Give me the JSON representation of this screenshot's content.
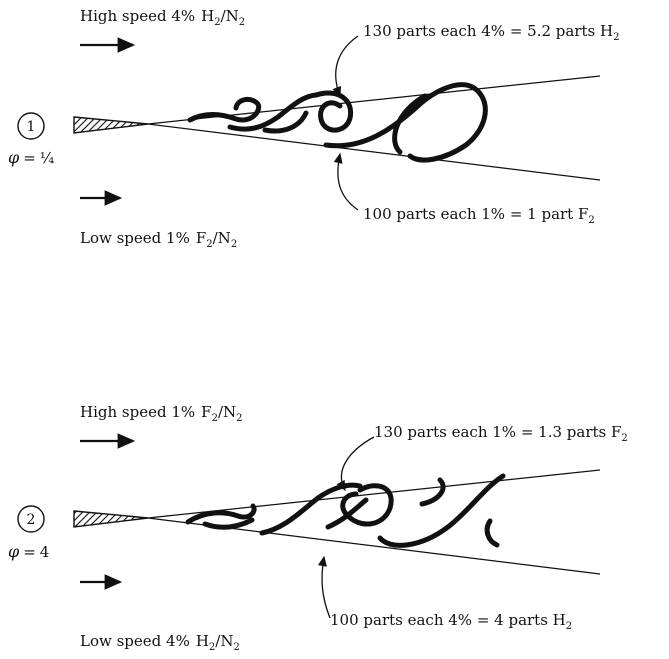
{
  "panels": [
    {
      "case_number": "1",
      "phi_symbol": "φ",
      "phi_eq": "=",
      "phi_value": "¼",
      "high_stream": {
        "prefix": "High speed ",
        "pct": "4%",
        "gas_a": "H",
        "gas_a_sub": "2",
        "slash": "/N",
        "gas_b_sub": "2"
      },
      "low_stream": {
        "prefix": "Low speed ",
        "pct": "1%",
        "gas_a": "F",
        "gas_a_sub": "2",
        "slash": "/N",
        "gas_b_sub": "2"
      },
      "upper_annotation": {
        "text": "130 parts each 4% = 5.2 parts H",
        "sub": "2"
      },
      "lower_annotation": {
        "text": "100 parts each 1% = 1 part F",
        "sub": "2"
      }
    },
    {
      "case_number": "2",
      "phi_symbol": "φ",
      "phi_eq": "=",
      "phi_value": "4",
      "high_stream": {
        "prefix": "High speed ",
        "pct": "1%",
        "gas_a": "F",
        "gas_a_sub": "2",
        "slash": "/N",
        "gas_b_sub": "2"
      },
      "low_stream": {
        "prefix": "Low speed ",
        "pct": "4%",
        "gas_a": "H",
        "gas_a_sub": "2",
        "slash": "/N",
        "gas_b_sub": "2"
      },
      "upper_annotation": {
        "text": "130 parts each 1% = 1.3 parts F",
        "sub": "2"
      },
      "lower_annotation": {
        "text": "100 parts each 4% = 4 parts H",
        "sub": "2"
      }
    }
  ],
  "colors": {
    "ink": "#111111",
    "background": "#ffffff"
  }
}
